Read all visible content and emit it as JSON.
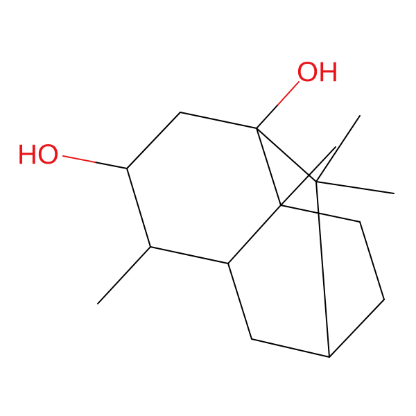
{
  "colors": {
    "background": "#ffffff",
    "bond": "#000000",
    "oxygen": "#e8161b"
  },
  "molecule": {
    "atom_labels": {
      "oh_top": "OH",
      "oh_left": "HO"
    },
    "elements": [
      "C",
      "O"
    ]
  }
}
